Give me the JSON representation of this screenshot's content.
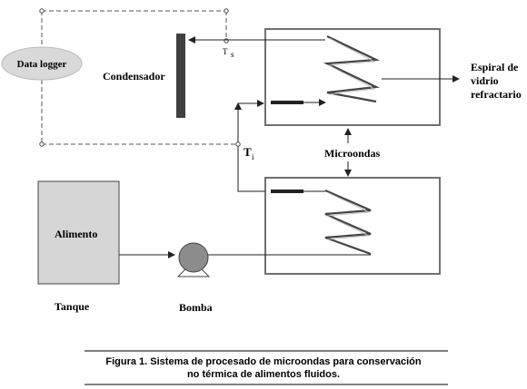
{
  "labels": {
    "data_logger": "Data logger",
    "condensador": "Condensador",
    "ts_main": "T",
    "ts_sub": "s",
    "ti_main": "T",
    "ti_sub": "i",
    "espiral_line1": "Espiral de",
    "espiral_line2": "vidrio",
    "espiral_line3": "refractario",
    "microondas": "Microondas",
    "alimento": "Alimento",
    "tanque": "Tanque",
    "bomba": "Bomba"
  },
  "caption": {
    "line1": "Figura 1. Sistema de procesado de microondas para conservación",
    "line2": "no térmica de alimentos fluidos."
  },
  "colors": {
    "line": "#333333",
    "box_stroke": "#707070",
    "logger_fill": "#d9d9d9",
    "tank_fill": "#d6d6d6",
    "pump_fill": "#8c8c8c",
    "condenser_fill": "#404040",
    "coil": "#444444"
  }
}
